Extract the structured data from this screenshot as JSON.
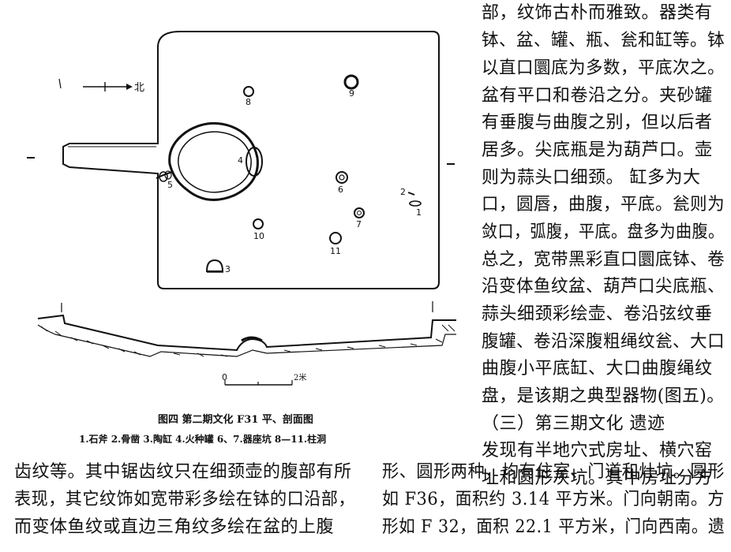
{
  "right_column": [
    "部，纹饰古朴而雅致。器类有",
    "钵、盆、罐、瓶、瓮和缸等。钵",
    "以直口圜底为多数，平底次之。",
    "盆有平口和卷沿之分。夹砂罐",
    "有垂腹与曲腹之别，但以后者",
    "居多。尖底瓶是为葫芦口。壶",
    "则为蒜头口细颈。 缸多为大",
    "口，圆唇，曲腹，平底。瓮则为",
    "敛口，弧腹，平底。盘多为曲腹。",
    "总之，宽带黑彩直口圜底钵、卷",
    "沿变体鱼纹盆、葫芦口尖底瓶、",
    "蒜头细颈彩绘壶、卷沿弦纹垂",
    "腹罐、卷沿深腹粗绳纹瓮、大口",
    "曲腹小平底缸、大口曲腹绳纹",
    "盘，是该期之典型器物(图五)。",
    "（三）第三期文化  遗迹",
    "发现有半地穴式房址、横穴窑",
    "址和圆形灰坑。其中房址分方"
  ],
  "bottom_left": [
    "齿纹等。其中锯齿纹只在细颈壶的腹部有所",
    "表现，其它纹饰如宽带彩多绘在钵的口沿部，",
    "而变体鱼纹或直边三角纹多绘在盆的上腹"
  ],
  "bottom_right": [
    "形、圆形两种，均有住室、门道和灶坑。圆形",
    "如 F36，面积约 3.14 平方米。门向朝南。方",
    "形如 F 32，面积 22.1 平方米，门向西南。遗"
  ],
  "figure": {
    "caption": "图四  第二期文化 F31 平、剖面图",
    "legend": "1.石斧  2.骨凿  3.陶缸  4.火种罐  6、7.器座坑  8—11.柱洞",
    "north_label": "北",
    "scale_start": "0",
    "scale_end": "2米",
    "feature_labels": [
      "1",
      "2",
      "3",
      "4",
      "5",
      "6",
      "7",
      "8",
      "9",
      "10",
      "11"
    ]
  }
}
